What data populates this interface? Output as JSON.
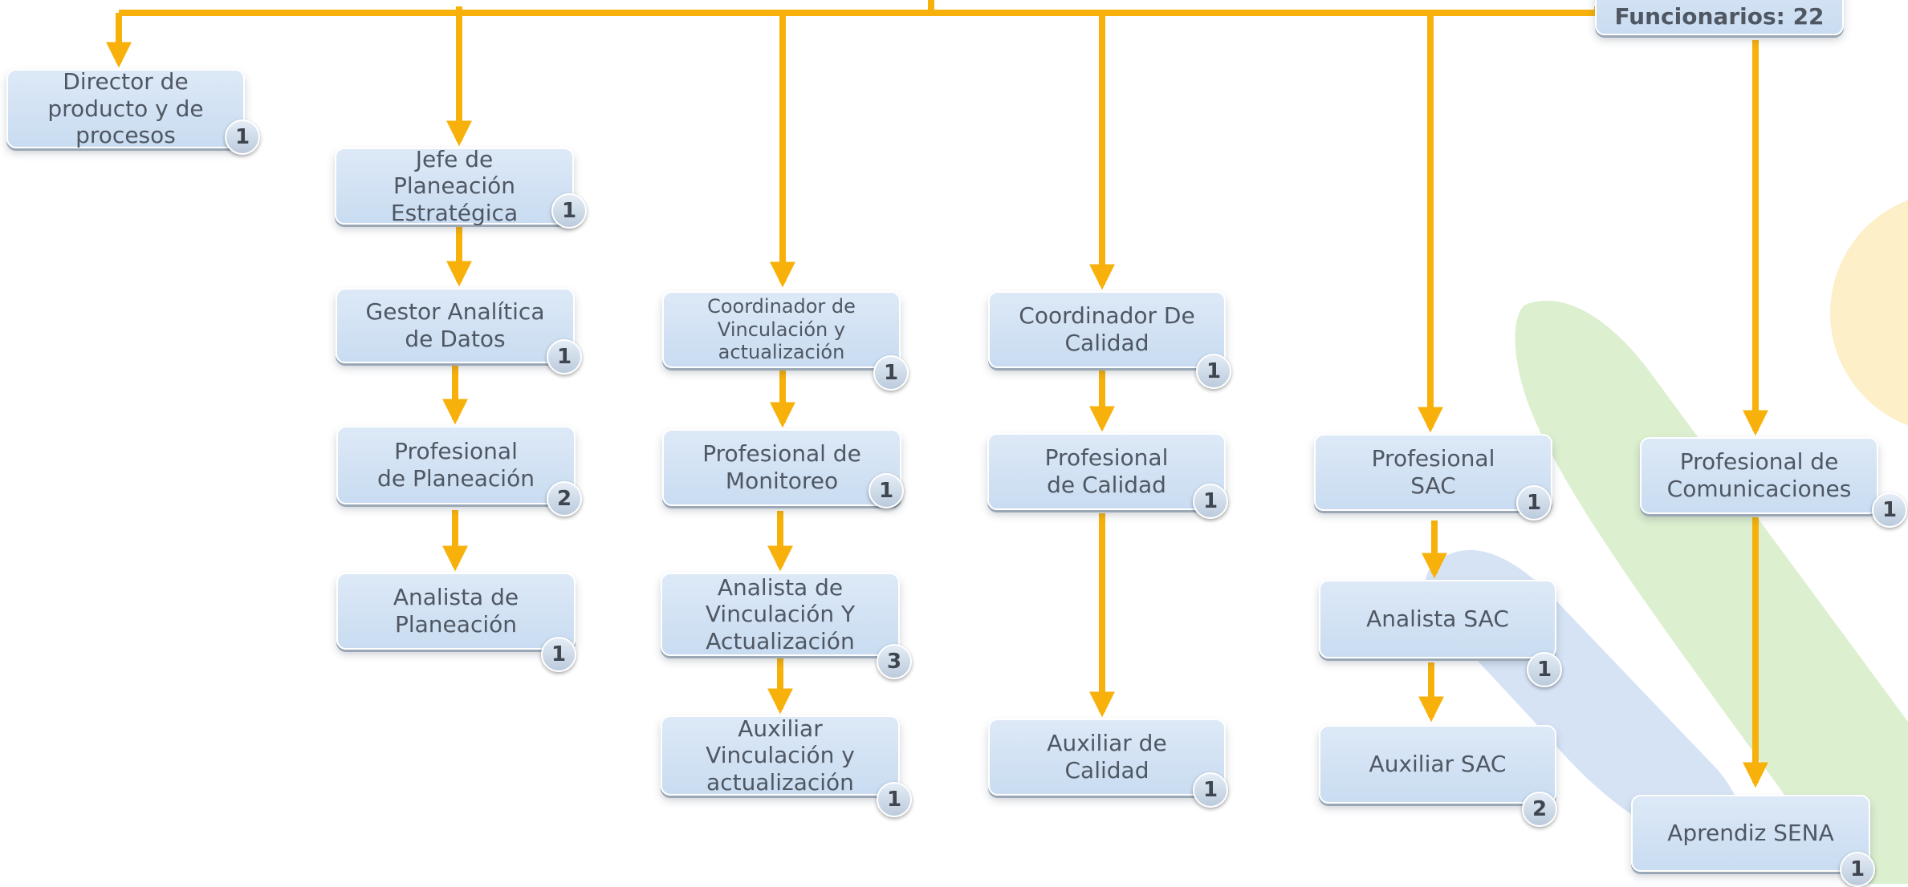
{
  "colors": {
    "connector": "#f7b10a",
    "box_fill": "#cfe0f4",
    "badge_fill": "#d3deec",
    "text": "#4f5763",
    "deco_yellow": "#fdefc7",
    "deco_green": "#dcefcf",
    "deco_blue": "#d6e3f5"
  },
  "header": {
    "total_label": "Funcionarios: 22"
  },
  "positions": [
    {
      "key": "director_producto",
      "label": "Director de\nproducto y de\nprocesos",
      "count": "1"
    },
    {
      "key": "jefe_planeacion",
      "label": "Jefe de\nPlaneación\nEstratégica",
      "count": "1"
    },
    {
      "key": "gestor_analitica",
      "label": "Gestor Analítica\nde Datos",
      "count": "1"
    },
    {
      "key": "profesional_planeacion",
      "label": "Profesional\nde Planeación",
      "count": "2"
    },
    {
      "key": "analista_planeacion",
      "label": "Analista de\nPlaneación",
      "count": "1"
    },
    {
      "key": "coordinador_vinculacion",
      "label": "Coordinador de\nVinculación y\nactualización",
      "count": "1"
    },
    {
      "key": "profesional_monitoreo",
      "label": "Profesional de\nMonitoreo",
      "count": "1"
    },
    {
      "key": "analista_vinculacion",
      "label": "Analista de\nVinculación Y\nActualización",
      "count": "3"
    },
    {
      "key": "auxiliar_vinculacion",
      "label": "Auxiliar\nVinculación y\nactualización",
      "count": "1"
    },
    {
      "key": "coordinador_calidad",
      "label": "Coordinador De\nCalidad",
      "count": "1"
    },
    {
      "key": "profesional_calidad",
      "label": "Profesional\nde Calidad",
      "count": "1"
    },
    {
      "key": "auxiliar_calidad",
      "label": "Auxiliar de\nCalidad",
      "count": "1"
    },
    {
      "key": "profesional_sac",
      "label": "Profesional\nSAC",
      "count": "1"
    },
    {
      "key": "analista_sac",
      "label": "Analista SAC",
      "count": "1"
    },
    {
      "key": "auxiliar_sac",
      "label": "Auxiliar SAC",
      "count": "2"
    },
    {
      "key": "profesional_comunicaciones",
      "label": "Profesional de\nComunicaciones",
      "count": "1"
    },
    {
      "key": "aprendiz_sena",
      "label": "Aprendiz SENA",
      "count": "1"
    }
  ]
}
